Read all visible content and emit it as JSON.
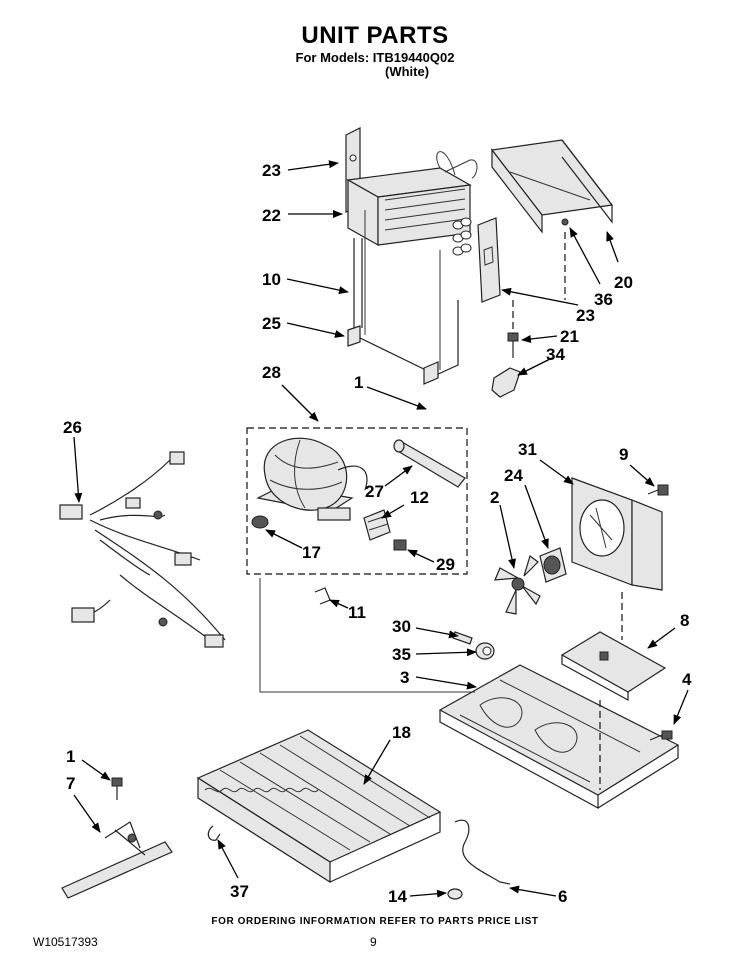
{
  "header": {
    "title": "UNIT PARTS",
    "models_line": "For Models: ITB19440Q02",
    "color_line": "(White)"
  },
  "callouts": [
    "23",
    "22",
    "10",
    "25",
    "28",
    "1",
    "26",
    "27",
    "12",
    "17",
    "29",
    "11",
    "30",
    "35",
    "3",
    "18",
    "1",
    "7",
    "37",
    "14",
    "6",
    "20",
    "36",
    "23",
    "21",
    "34",
    "9",
    "31",
    "24",
    "2",
    "8",
    "4"
  ],
  "footer": {
    "ordering_note": "FOR ORDERING INFORMATION REFER TO PARTS PRICE LIST",
    "document_number": "W10517393",
    "page_number": "9"
  }
}
